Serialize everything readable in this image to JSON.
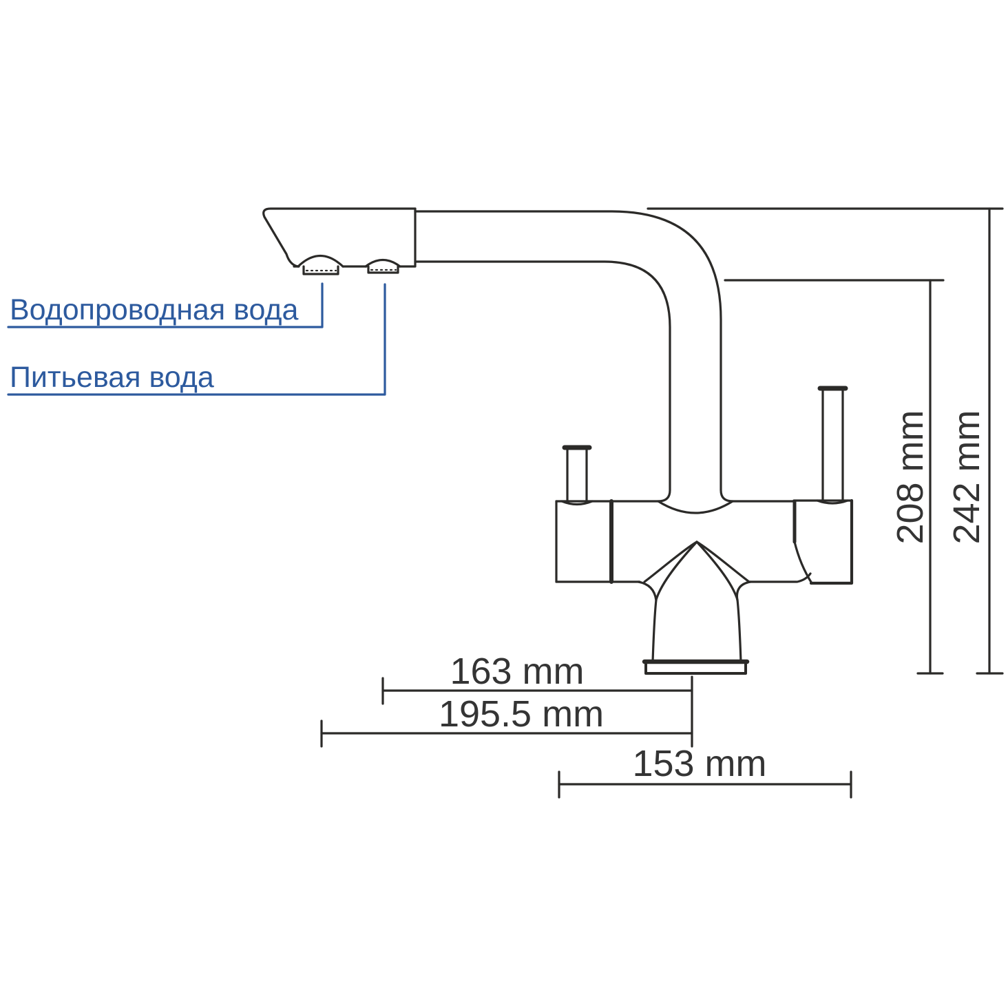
{
  "drawing_title": "faucet-dimension-drawing",
  "labels": {
    "tap_water": "Водопроводная вода",
    "drinking_water": "Питьевая вода"
  },
  "dimensions": {
    "spout_height": "208 mm",
    "total_height": "242 mm",
    "reach_drinking": "163 mm",
    "reach_tap": "195.5 mm",
    "base_width": "153 mm"
  },
  "colors": {
    "label_blue": "#2d5a9e",
    "line_black": "#2b2a28",
    "dim_text": "#343434",
    "background": "#ffffff"
  }
}
